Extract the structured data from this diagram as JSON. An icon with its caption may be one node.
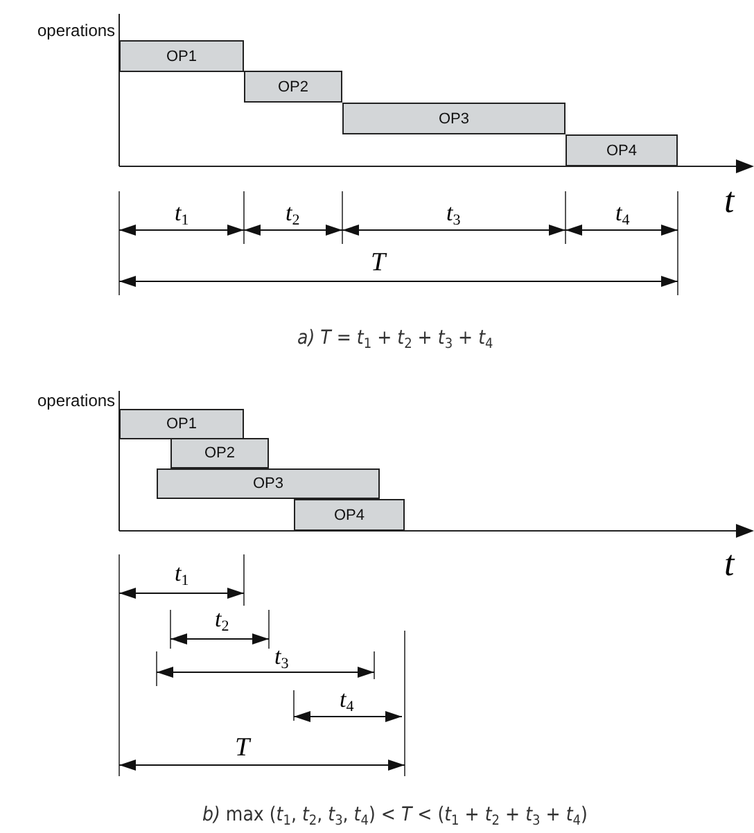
{
  "diagram": {
    "nodes": [
      {
        "text": [
          "OP1"
        ]
      },
      {
        "text": [
          "OP2"
        ]
      },
      {
        "text": [
          "OP3"
        ]
      },
      {
        "text": [
          "OP4"
        ]
      },
      {
        "text": [
          "OP1"
        ]
      },
      {
        "text": [
          "OP2"
        ]
      },
      {
        "text": [
          "OP3"
        ]
      },
      {
        "text": [
          "OP4"
        ]
      }
    ],
    "labels": [
      "operations",
      "t",
      "*t*$_{1}$",
      "*t*$_{2}$",
      "*t*$_{3}$",
      "*t*$_{4}$",
      "T",
      "*a)* *T* = *t*$_{1}$ + *t*$_{2}$ + *t*$_{3}$ + *t*$_{4}$",
      "operations",
      "t",
      "*t*$_{1}$",
      "*t*$_{2}$",
      "*t*$_{3}$",
      "*t*$_{4}$",
      "T",
      "*b)* max (*t*$_{1}$, *t*$_{2}$, *t*$_{3}$, *t*$_{4}$) < *T* < (*t*$_{1}$ + *t*$_{2}$ + *t*$_{3}$ + *t*$_{4}$)"
    ]
  }
}
